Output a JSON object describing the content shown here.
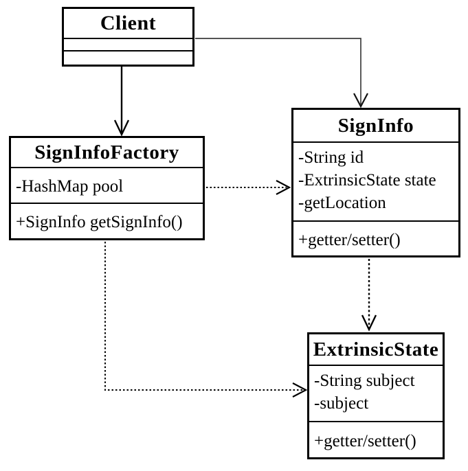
{
  "diagram": {
    "kind": "uml-class-diagram"
  },
  "colors": {
    "line": "#000000",
    "thin_line": "#3d3d3d",
    "background": "#ffffff",
    "box_fill": "#ffffff",
    "text": "#000000"
  },
  "classes": {
    "client": {
      "name": "Client",
      "attributes": [],
      "methods": []
    },
    "signinfofactory": {
      "name": "SignInfoFactory",
      "attributes": [
        "-HashMap pool"
      ],
      "methods": [
        "+SignInfo getSignInfo()"
      ]
    },
    "signinfo": {
      "name": "SignInfo",
      "attributes": [
        "-String id",
        "-ExtrinsicState state",
        "-getLocation"
      ],
      "methods": [
        "+getter/setter()"
      ]
    },
    "extrinsicstate": {
      "name": "ExtrinsicState",
      "attributes": [
        "-String subject",
        "-subject"
      ],
      "methods": [
        "+getter/setter()"
      ]
    }
  },
  "connectors": [
    {
      "from": "Client",
      "to": "SignInfoFactory",
      "line": "solid",
      "arrowhead": "open"
    },
    {
      "from": "Client",
      "to": "SignInfo",
      "line": "solid",
      "arrowhead": "open"
    },
    {
      "from": "SignInfoFactory",
      "to": "SignInfo",
      "line": "dotted",
      "arrowhead": "open"
    },
    {
      "from": "SignInfo",
      "to": "ExtrinsicState",
      "line": "dotted",
      "arrowhead": "open"
    },
    {
      "from": "SignInfoFactory",
      "to": "ExtrinsicState",
      "line": "dotted",
      "arrowhead": "open"
    }
  ]
}
